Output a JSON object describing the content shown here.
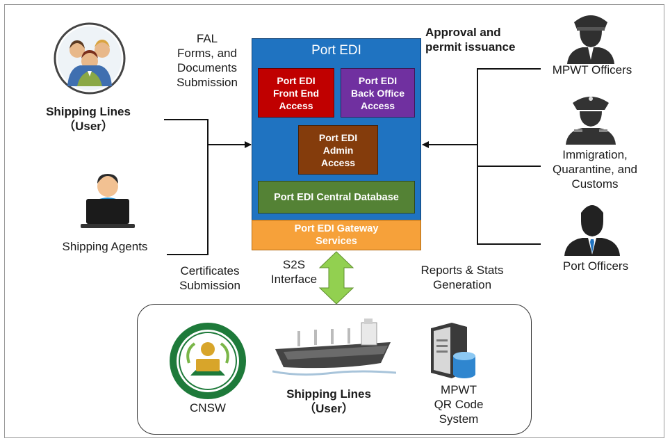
{
  "core": {
    "title": "Port EDI",
    "front_end": "Port EDI\nFront End\nAccess",
    "back_office": "Port EDI\nBack Office\nAccess",
    "admin": "Port EDI\nAdmin\nAccess",
    "database": "Port EDI Central Database",
    "gateway": "Port EDI Gateway\nServices"
  },
  "left": {
    "shipping_lines": "Shipping Lines\n（User）",
    "shipping_agents": "Shipping Agents",
    "fal_submission": "FAL\nForms, and\nDocuments\nSubmission",
    "certificates": "Certificates\nSubmission"
  },
  "right": {
    "approval": "Approval and\npermit issuance",
    "mpwt_officers": "MPWT Officers",
    "immigration": "Immigration,\nQuarantine, and\nCustoms",
    "port_officers": "Port Officers",
    "reports": "Reports & Stats\nGeneration"
  },
  "middle": {
    "s2s": "S2S\nInterface"
  },
  "bottom": {
    "cnsw": "CNSW",
    "shipping_lines_user": "Shipping Lines\n（User）",
    "mpwt_qr": "MPWT\nQR Code\nSystem"
  },
  "colors": {
    "core_blue": "#1f73c1",
    "front_end_red": "#c00000",
    "back_office_purple": "#7030a0",
    "admin_brown": "#843c0c",
    "database_green": "#548235",
    "gateway_orange": "#f6a13a",
    "arrow_green": "#92d050"
  },
  "icons": [
    "users-group-icon",
    "agent-laptop-icon",
    "officer-cap-icon",
    "military-officer-icon",
    "businessman-icon",
    "cnsw-seal-icon",
    "cargo-ship-icon",
    "server-database-icon"
  ]
}
